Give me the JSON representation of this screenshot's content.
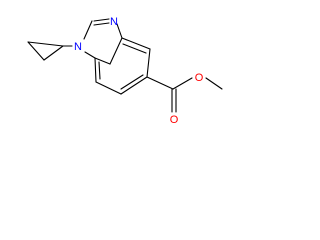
{
  "molecule": {
    "atoms": {
      "imidazole_n1": {
        "symbol": "N",
        "color": "#0000ff"
      },
      "imidazole_n3": {
        "symbol": "N",
        "color": "#0000ff"
      },
      "carbonyl_o": {
        "symbol": "O",
        "color": "#ff0000"
      },
      "ester_o": {
        "symbol": "O",
        "color": "#ff0000"
      }
    },
    "bond_color": "#000000"
  }
}
